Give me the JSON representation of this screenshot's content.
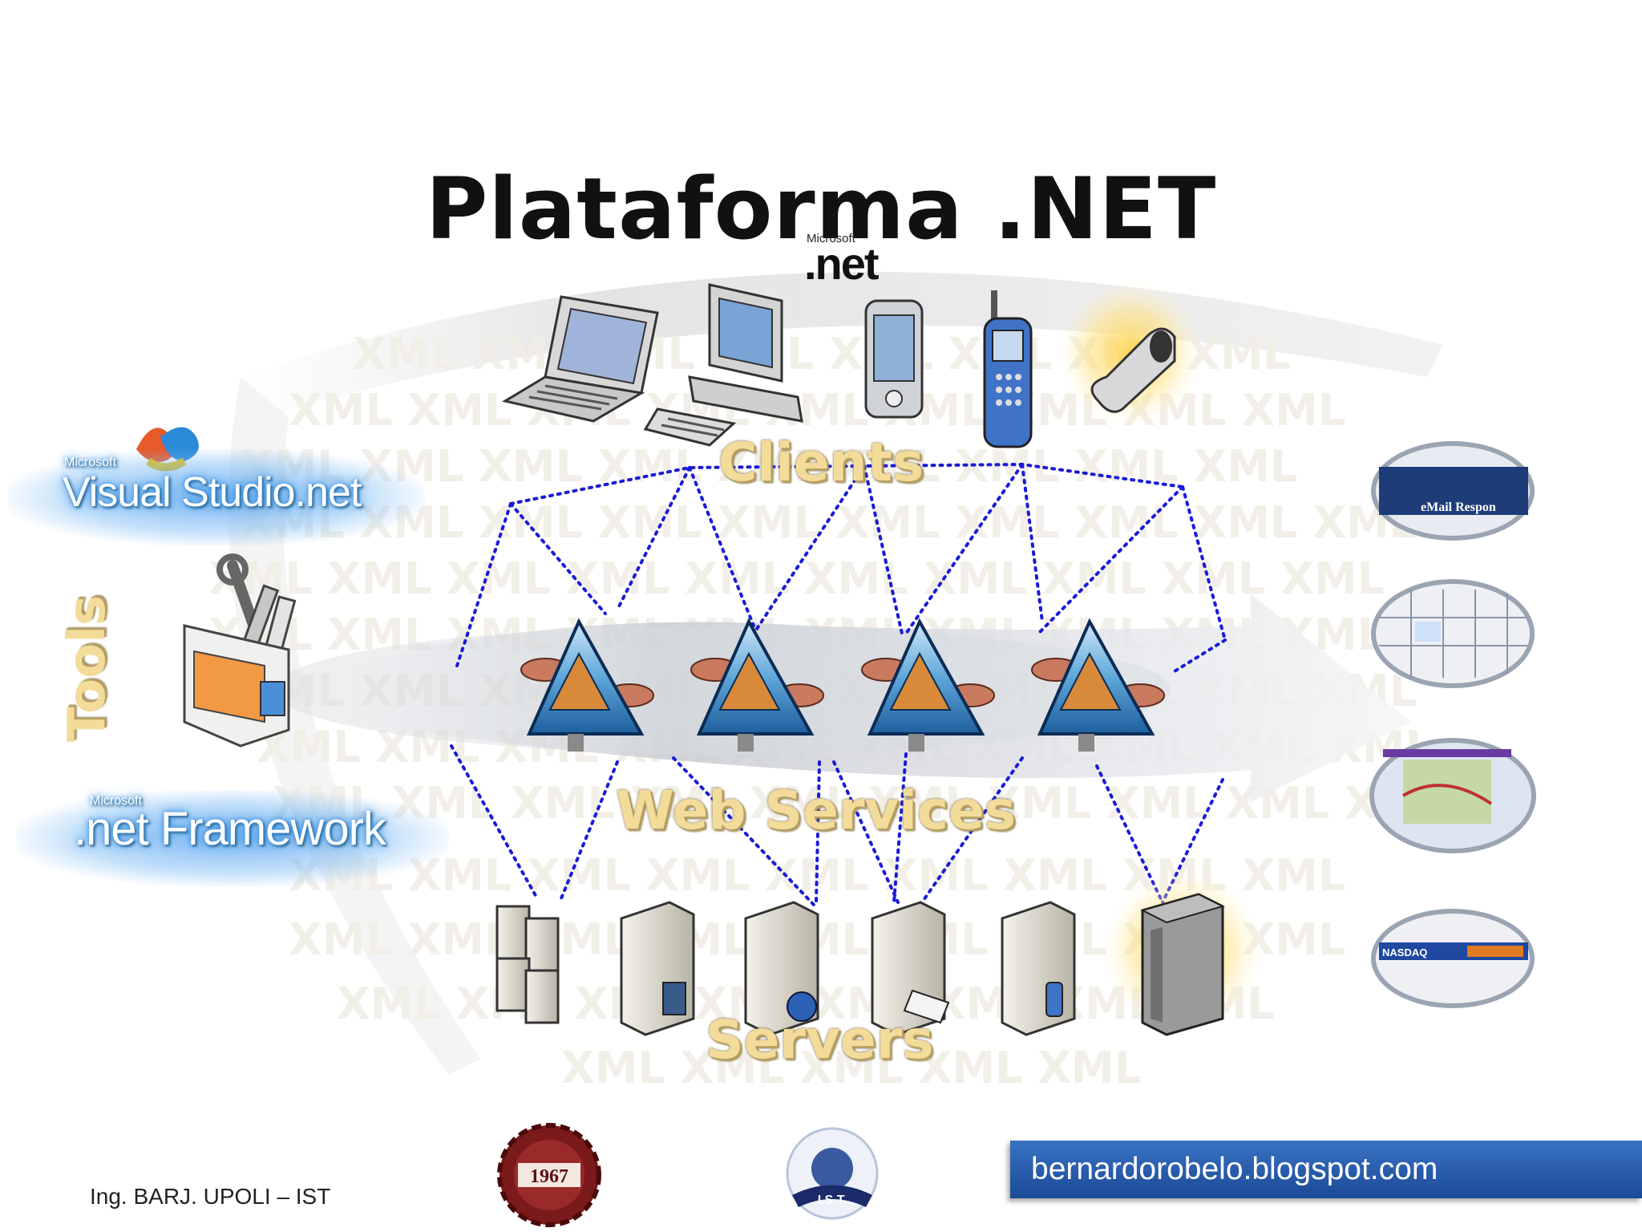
{
  "slide": {
    "title": "Plataforma .NET",
    "footer_author": "Ing. BARJ.  UPOLI – IST",
    "footer_url": "bernardorobelo.blogspot.com"
  },
  "branding": {
    "top_microsoft": "Microsoft",
    "top_net": ".net",
    "vs_microsoft": "Microsoft",
    "vs_name": "Visual Studio.net",
    "fw_microsoft": "Microsoft",
    "fw_name": ".net Framework",
    "logo_left_year": "1967",
    "logo_right_text": "I.S.T."
  },
  "sections": {
    "clients": "Clients",
    "web_services": "Web Services",
    "servers": "Servers",
    "tools": "Tools"
  },
  "background_watermark": "XML",
  "thumbnails": {
    "email_text": "eMail Respon",
    "nasdaq_text": "NASDAQ"
  },
  "icons": {
    "clients": [
      "laptop-icon",
      "desktop-computer-icon",
      "pda-icon",
      "mobile-phone-icon",
      "flip-phone-icon"
    ],
    "web_services": [
      "web-service-icon",
      "web-service-icon",
      "web-service-icon",
      "web-service-icon"
    ],
    "servers": [
      "server-cluster-icon",
      "database-server-icon",
      "web-server-icon",
      "mail-server-icon",
      "mobile-server-icon",
      "mainframe-icon"
    ],
    "tools": [
      "toolbox-icon"
    ]
  },
  "colors": {
    "connector": "#1a1ad8",
    "label_gold": "#f3dc9a",
    "brand_blue": "#3a8fe0",
    "footer_bar": "#2a5db0"
  }
}
